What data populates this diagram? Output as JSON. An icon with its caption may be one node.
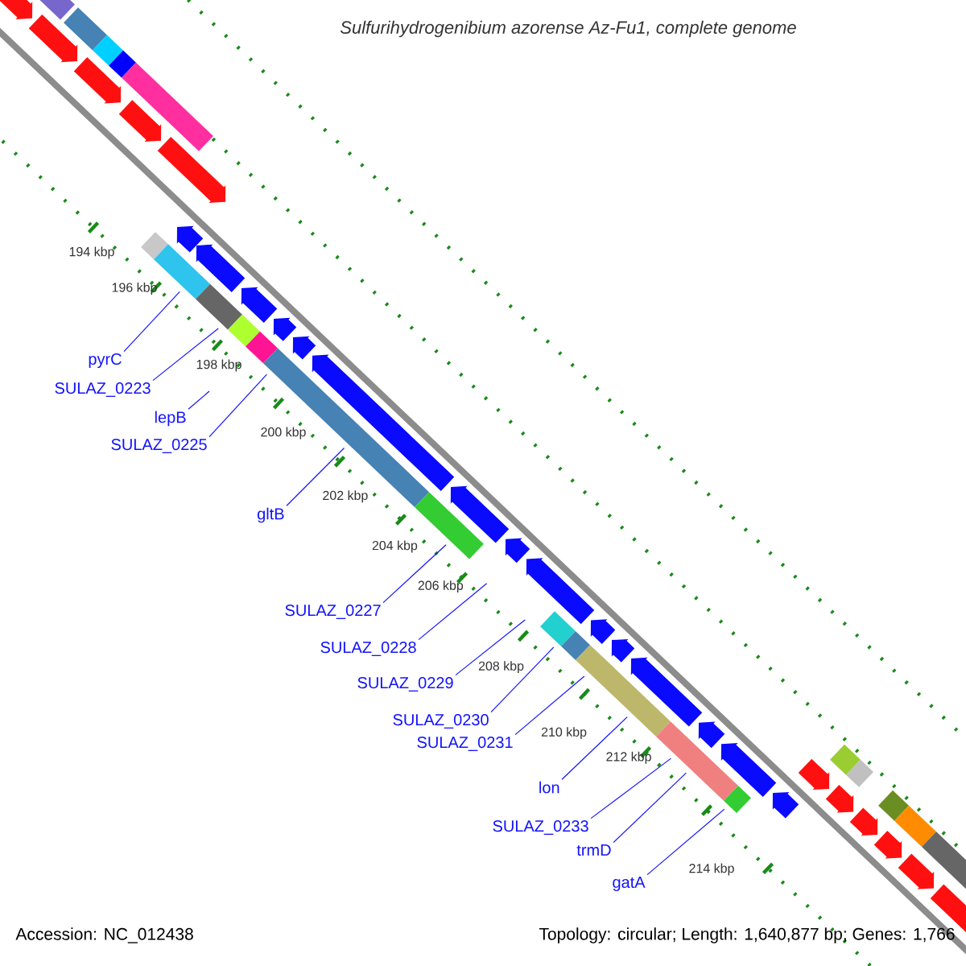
{
  "diagram": {
    "title": "Sulfurihydrogenibium azorense Az-Fu1, complete genome",
    "nodes": [
      {
        "text": [
          "pyrC"
        ]
      },
      {
        "text": [
          "SULAZ_0223"
        ]
      },
      {
        "text": [
          "lepB"
        ]
      },
      {
        "text": [
          "SULAZ_0225"
        ]
      },
      {
        "text": [
          "gltB"
        ]
      },
      {
        "text": [
          "SULAZ_0227"
        ]
      },
      {
        "text": [
          "SULAZ_0228"
        ]
      },
      {
        "text": [
          "SULAZ_0229"
        ]
      },
      {
        "text": [
          "SULAZ_0230"
        ]
      },
      {
        "text": [
          "SULAZ_0231"
        ]
      },
      {
        "text": [
          "lon"
        ]
      },
      {
        "text": [
          "SULAZ_0233"
        ]
      },
      {
        "text": [
          "trmD"
        ]
      },
      {
        "text": [
          "gatA"
        ]
      }
    ],
    "edges": [
      {
        "from": 0,
        "to": null,
        "arrow": "none"
      },
      {
        "from": 1,
        "to": null,
        "arrow": "none"
      },
      {
        "from": 2,
        "to": null,
        "arrow": "none"
      },
      {
        "from": 3,
        "to": null,
        "arrow": "none"
      },
      {
        "from": 4,
        "to": null,
        "arrow": "none"
      },
      {
        "from": 5,
        "to": null,
        "arrow": "none"
      },
      {
        "from": 6,
        "to": null,
        "arrow": "none"
      },
      {
        "from": 7,
        "to": null,
        "arrow": "none"
      },
      {
        "from": 8,
        "to": null,
        "arrow": "none"
      },
      {
        "from": 9,
        "to": null,
        "arrow": "none"
      },
      {
        "from": 10,
        "to": null,
        "arrow": "none"
      },
      {
        "from": 11,
        "to": null,
        "arrow": "none"
      },
      {
        "from": 12,
        "to": null,
        "arrow": "none"
      },
      {
        "from": 13,
        "to": null,
        "arrow": "none"
      }
    ],
    "labels": [
      "194 kbp",
      "196 kbp",
      "198 kbp",
      "200 kbp",
      "202 kbp",
      "204 kbp",
      "206 kbp",
      "208 kbp",
      "210 kbp",
      "212 kbp",
      "214 kbp",
      "Accession: NC_012438",
      "Topology: circular; Length: 1,640,877 bp; Genes: 1,766"
    ]
  }
}
